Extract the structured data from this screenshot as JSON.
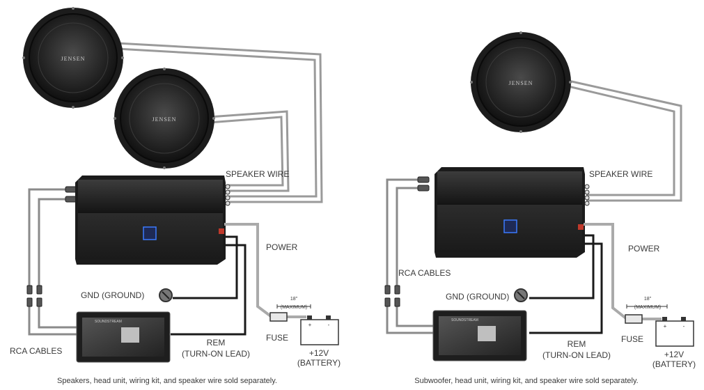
{
  "left": {
    "brand": "JENSEN",
    "labels": {
      "speaker_wire": "SPEAKER WIRE",
      "power": "POWER",
      "gnd": "GND (GROUND)",
      "rca_cables": "RCA CABLES",
      "rem_1": "REM",
      "rem_2": "(TURN-ON LEAD)",
      "fuse": "FUSE",
      "fuse_len_1": "18\"",
      "fuse_len_2": "(MAXIMUM)",
      "battery_1": "+12V",
      "battery_2": "(BATTERY)"
    },
    "caption": "Speakers, head unit, wiring kit, and speaker wire sold separately."
  },
  "right": {
    "brand": "JENSEN",
    "labels": {
      "speaker_wire": "SPEAKER WIRE",
      "power": "POWER",
      "gnd": "GND (GROUND)",
      "rca_cables": "RCA CABLES",
      "rem_1": "REM",
      "rem_2": "(TURN-ON LEAD)",
      "fuse": "FUSE",
      "fuse_len_1": "18\"",
      "fuse_len_2": "(MAXIMUM)",
      "battery_1": "+12V",
      "battery_2": "(BATTERY)"
    },
    "caption": "Subwoofer, head unit, wiring kit, and speaker wire sold separately."
  },
  "head_unit_brand": "SOUNDSTREAM",
  "colors": {
    "wire_gray": "#8a8a8a",
    "wire_dark": "#1a1a1a",
    "amp_body": "#2a2a2a"
  }
}
